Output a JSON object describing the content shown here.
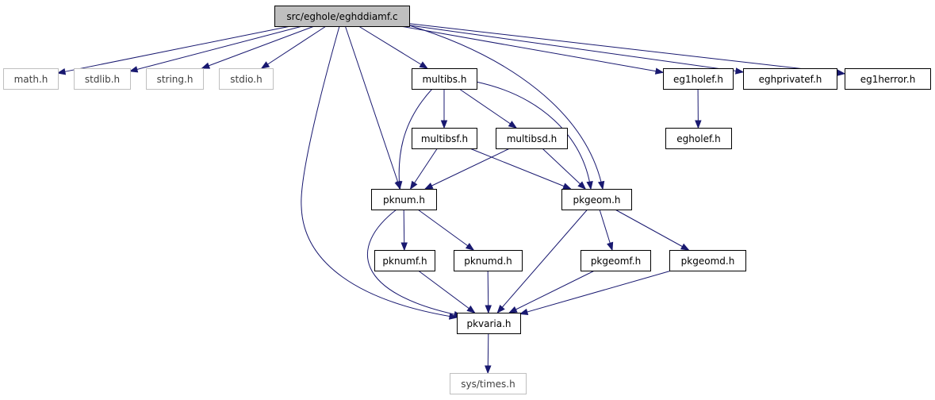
{
  "colors": {
    "edge": "#191970",
    "root_fill": "#bfbfbf",
    "node_fill": "#ffffff",
    "node_border": "#000000",
    "system_border": "#bfbfbf",
    "system_text": "#404040"
  },
  "nodes": [
    {
      "id": "root",
      "label": "src/eghole/eghddiamf.c",
      "kind": "root"
    },
    {
      "id": "math",
      "label": "math.h",
      "kind": "system"
    },
    {
      "id": "stdlib",
      "label": "stdlib.h",
      "kind": "system"
    },
    {
      "id": "string",
      "label": "string.h",
      "kind": "system"
    },
    {
      "id": "stdio",
      "label": "stdio.h",
      "kind": "system"
    },
    {
      "id": "multibs",
      "label": "multibs.h",
      "kind": "local"
    },
    {
      "id": "eg1holef",
      "label": "eg1holef.h",
      "kind": "local"
    },
    {
      "id": "eghprivatef",
      "label": "eghprivatef.h",
      "kind": "local"
    },
    {
      "id": "eg1herror",
      "label": "eg1herror.h",
      "kind": "local"
    },
    {
      "id": "multibsf",
      "label": "multibsf.h",
      "kind": "local"
    },
    {
      "id": "multibsd",
      "label": "multibsd.h",
      "kind": "local"
    },
    {
      "id": "egholef",
      "label": "egholef.h",
      "kind": "local"
    },
    {
      "id": "pknum",
      "label": "pknum.h",
      "kind": "local"
    },
    {
      "id": "pkgeom",
      "label": "pkgeom.h",
      "kind": "local"
    },
    {
      "id": "pknumf",
      "label": "pknumf.h",
      "kind": "local"
    },
    {
      "id": "pknumd",
      "label": "pknumd.h",
      "kind": "local"
    },
    {
      "id": "pkgeomf",
      "label": "pkgeomf.h",
      "kind": "local"
    },
    {
      "id": "pkgeomd",
      "label": "pkgeomd.h",
      "kind": "local"
    },
    {
      "id": "pkvaria",
      "label": "pkvaria.h",
      "kind": "local"
    },
    {
      "id": "systimes",
      "label": "sys/times.h",
      "kind": "system"
    }
  ],
  "edges": [
    {
      "from": "root",
      "to": "math"
    },
    {
      "from": "root",
      "to": "stdlib"
    },
    {
      "from": "root",
      "to": "string"
    },
    {
      "from": "root",
      "to": "stdio"
    },
    {
      "from": "root",
      "to": "multibs"
    },
    {
      "from": "root",
      "to": "pknum"
    },
    {
      "from": "root",
      "to": "pkgeom"
    },
    {
      "from": "root",
      "to": "pkvaria"
    },
    {
      "from": "root",
      "to": "eg1holef"
    },
    {
      "from": "root",
      "to": "eghprivatef"
    },
    {
      "from": "root",
      "to": "eg1herror"
    },
    {
      "from": "multibs",
      "to": "multibsf"
    },
    {
      "from": "multibs",
      "to": "multibsd"
    },
    {
      "from": "multibs",
      "to": "pknum"
    },
    {
      "from": "multibs",
      "to": "pkgeom"
    },
    {
      "from": "multibsf",
      "to": "pknum"
    },
    {
      "from": "multibsf",
      "to": "pkgeom"
    },
    {
      "from": "multibsd",
      "to": "pknum"
    },
    {
      "from": "multibsd",
      "to": "pkgeom"
    },
    {
      "from": "eg1holef",
      "to": "egholef"
    },
    {
      "from": "pknum",
      "to": "pknumf"
    },
    {
      "from": "pknum",
      "to": "pknumd"
    },
    {
      "from": "pknum",
      "to": "pkvaria"
    },
    {
      "from": "pkgeom",
      "to": "pkgeomf"
    },
    {
      "from": "pkgeom",
      "to": "pkgeomd"
    },
    {
      "from": "pkgeom",
      "to": "pkvaria"
    },
    {
      "from": "pknumf",
      "to": "pkvaria"
    },
    {
      "from": "pknumd",
      "to": "pkvaria"
    },
    {
      "from": "pkgeomf",
      "to": "pkvaria"
    },
    {
      "from": "pkgeomd",
      "to": "pkvaria"
    },
    {
      "from": "pkvaria",
      "to": "systimes"
    }
  ]
}
